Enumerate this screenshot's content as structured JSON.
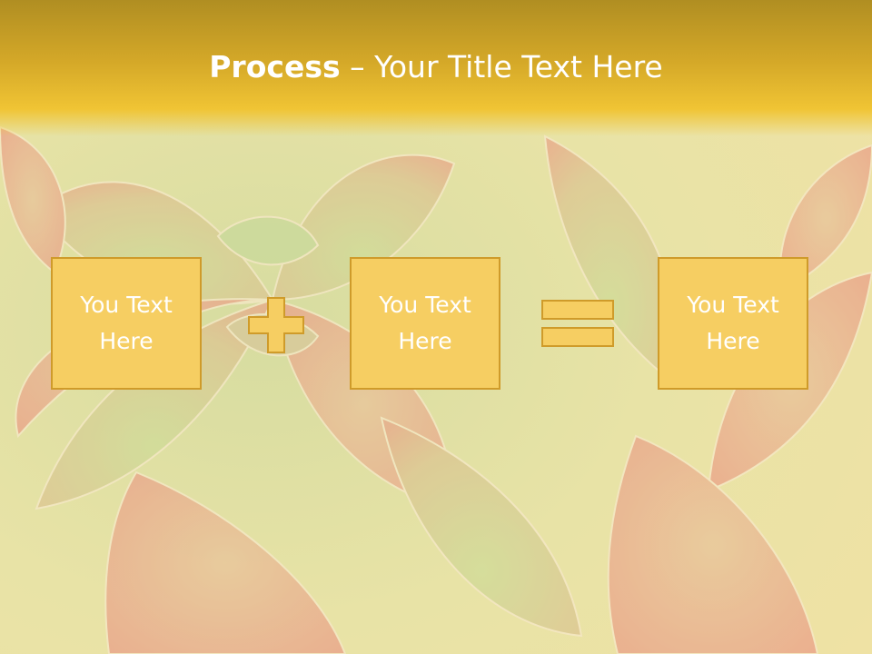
{
  "slide": {
    "title_bold": "Process",
    "title_rest": " – Your Title Text Here"
  },
  "process": {
    "boxes": [
      {
        "line1": "You Text",
        "line2": "Here"
      },
      {
        "line1": "You Text",
        "line2": "Here"
      },
      {
        "line1": "You Text",
        "line2": "Here"
      }
    ],
    "operators": [
      "plus-icon",
      "equals-icon"
    ]
  },
  "colors": {
    "title_band": "#e8b92c",
    "box_fill": "#f6ce62",
    "box_border": "#cf9b2a",
    "operator_fill": "#f6ce62",
    "text": "#ffffff"
  }
}
